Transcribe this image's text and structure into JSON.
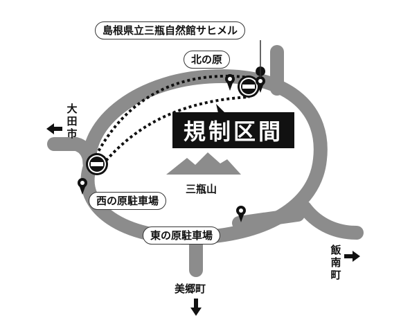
{
  "labels": {
    "museum": "島根県立三瓶自然館サヒメル",
    "kitanohara": "北の原",
    "nishi_parking": "西の原駐車場",
    "higashi_parking": "東の原駐車場",
    "mountain": "三瓶山",
    "restricted_zone": "規制区間",
    "to_oda": "大田市",
    "to_iinan": "飯南町",
    "to_misato": "美郷町"
  },
  "colors": {
    "road": "#8c8c8c",
    "banner": "#111111",
    "mountain": "#8c8c8c",
    "route": "#111111"
  },
  "icons": [
    "no-entry-icon",
    "location-pin-icon",
    "arrow-left-icon",
    "arrow-right-icon",
    "arrow-down-icon",
    "mountain-icon"
  ]
}
